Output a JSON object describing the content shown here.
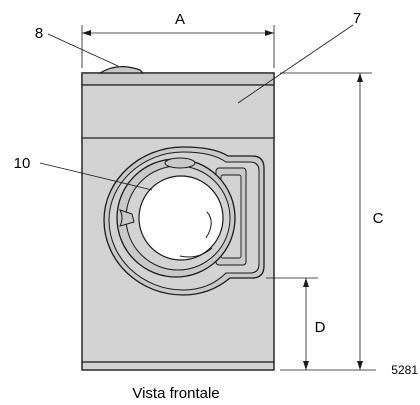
{
  "diagram": {
    "labels": {
      "dim_a": "A",
      "dim_c": "C",
      "dim_d": "D",
      "callout_7": "7",
      "callout_8": "8",
      "callout_10": "10"
    },
    "figure_number": "5281",
    "caption": "Vista frontale"
  },
  "colors": {
    "line": "#1a1a1a",
    "panel_fill": "#c9c9c9",
    "body_fill": "#d3d3d3",
    "glass_fill": "#ffffff"
  }
}
